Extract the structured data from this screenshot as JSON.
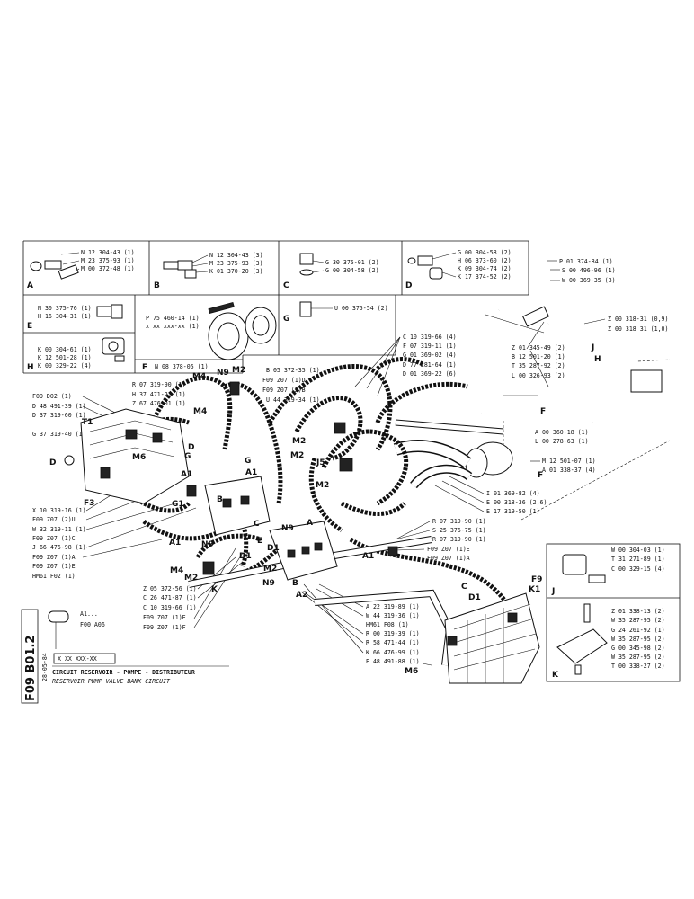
{
  "boxes": {
    "A": {
      "letter": "A",
      "lines": [
        "N 12 304-43 (1)",
        "M 23 375-93 (1)",
        "M 00 372-48 (1)"
      ]
    },
    "B": {
      "letter": "B",
      "lines": [
        "N 12 304-43 (3)",
        "M 23 375-93 (3)",
        "K 01 370-20 (3)"
      ]
    },
    "C": {
      "letter": "C",
      "lines": [
        "G 30 375-01 (2)",
        "G 00 304-58 (2)"
      ]
    },
    "D": {
      "letter": "D",
      "lines": [
        "G 00 304-58 (2)",
        "H 06 373-60 (2)",
        "K 09 304-74 (2)",
        "K 17 374-52 (2)"
      ]
    },
    "E": {
      "letter": "E",
      "lines": [
        "N 30 375-76 (1)",
        "H 16 304-31 (1)"
      ]
    },
    "G": {
      "letter": "G",
      "lines": [
        "U 00 375-54 (2)"
      ]
    },
    "H": {
      "letter": "H",
      "lines": [
        "K 00 304-61 (1)",
        "K 12 501-28 (1)",
        "K 00 329-22 (4)"
      ]
    },
    "F": {
      "letter": "F",
      "lines": [
        "P 75 460-14 (1)",
        "x xx xxx-xx (1)",
        "N 08 378-05 (1)"
      ]
    },
    "J": {
      "letter": "J",
      "lines": [
        "W 00 304-03 (1)",
        "T 31 271-89 (1)",
        "C 00 329-15 (4)"
      ]
    },
    "K": {
      "letter": "K",
      "lines": [
        "Z 01 338-13 (2)",
        "W 35 287-95 (2)",
        "G 24 261-92 (1)",
        "W 35 287-95 (2)",
        "G 00 345-98 (2)",
        "W 35 287-95 (2)",
        "T 00 338-27 (2)"
      ]
    }
  },
  "right_labels": [
    "P 01 374-84 (1)",
    "S 00 496-96 (1)",
    "W 00 369-35 (8)",
    "Z 00 318-31 (0,9)",
    "Z 00 318 31 (1,0)",
    "Z 01 345-49 (2)",
    "B 12 501-20 (1)",
    "T 35 287-92 (2)",
    "L 00 326-93 (2)",
    "A 00 360-18 (1)",
    "L 00 278-63 (1)",
    "M 12 501-07 (1)",
    "A 01 338-37 (4)"
  ],
  "center_top_labels": [
    "C 10 319-66 (4)",
    "F 07 319-11 (1)",
    "G 01 369-02 (4)",
    "D 77 281-64 (1)",
    "D 01 369-22 (6)"
  ],
  "mid_labels": [
    "B 05 372-35 (1)",
    "F09 Z07 (1)D",
    "F09 Z07 (2)B",
    "U 44 319-34 (1)"
  ],
  "lower_mid_labels": [
    "I 01 369-82 (4)",
    "E 00 318-36 (2,6)",
    "E 17 319-50 (1)"
  ],
  "center_labels": [
    "R 07 319-90 (1)",
    "S 25 376-75 (1)",
    "R 07 319-90 (1)",
    "F09 Z07 (1)E",
    "F09 Z07 (1)A"
  ],
  "left_top_labels": [
    "R 07 319-90 (1)",
    "H 37 471-21 (1)",
    "Z 67 476-01 (1)"
  ],
  "left_labels": [
    "F09 D02 (1)",
    "D 48 491-39 (1)",
    "D 37 319-60 (1)",
    "G 37 319-40 (1)"
  ],
  "left_lower_labels": [
    "X 10 319-16 (1)",
    "F09 Z07 (2)U",
    "W 32 319-11 (1)",
    "F09 Z07 (1)C",
    "J 66 476-98 (1)",
    "F09 Z07 (1)A",
    "F09 Z07 (1)E",
    "HM61 F02 (1)"
  ],
  "bottom_left_labels": [
    "Z 05 372-56 (1)",
    "C 26 471-87 (1)",
    "C 10 319-66 (1)",
    "F09 Z07 (1)E",
    "F09 Z07 (1)F"
  ],
  "bottom_center_labels": [
    "A 22 319-89 (1)",
    "W 44 319-36 (1)",
    "HM61 F08 (1)",
    "R 00 319-39 (1)",
    "R 58 471-44 (1)",
    "K 66 476-99 (1)",
    "E 48 491-88 (1)"
  ],
  "callouts": [
    "M4",
    "N9",
    "M2",
    "T1",
    "M6",
    "G",
    "D",
    "F3",
    "A1",
    "G1",
    "B",
    "J5",
    "A2",
    "K",
    "K1",
    "F9",
    "C",
    "E",
    "D1",
    "F",
    "H",
    "J",
    "A"
  ],
  "legend": {
    "item": "A1...",
    "ref": "F00 A06"
  },
  "title_block": {
    "vertical_code": "F09 B01.2",
    "date": "28-05-84",
    "part_number": "X XX XXX-XX",
    "title_fr": "CIRCUIT RESERVOIR - POMPE - DISTRIBUTEUR",
    "title_en": "RESERVOIR  PUMP  VALVE BANK CIRCUIT"
  }
}
